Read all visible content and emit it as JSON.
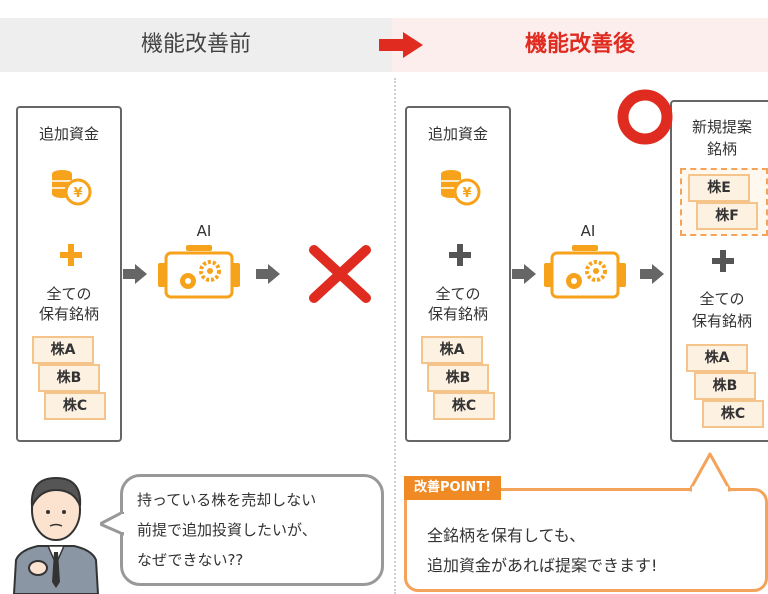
{
  "header": {
    "before": "機能改善前",
    "after": "機能改善後"
  },
  "left": {
    "panel_title": "追加資金",
    "all_holdings": "全ての\n保有銘柄",
    "stocks": [
      "株A",
      "株B",
      "株C"
    ],
    "ai_label": "AI"
  },
  "right": {
    "panel_title": "追加資金",
    "all_holdings": "全ての\n保有銘柄",
    "stocks": [
      "株A",
      "株B",
      "株C"
    ],
    "ai_label": "AI",
    "result_title": "新規提案\n銘柄",
    "new_stocks": [
      "株E",
      "株F"
    ],
    "result_holdings": "全ての\n保有銘柄",
    "result_stocks": [
      "株A",
      "株B",
      "株C"
    ]
  },
  "bubble_left": {
    "text": "持っている株を売却しない\n前提で追加投資したいが、\nなぜできない??"
  },
  "bubble_right": {
    "label": "改善POINT!",
    "text": "全銘柄を保有しても、\n追加資金があれば提案できます!"
  },
  "colors": {
    "accent_red": "#e02b20",
    "orange": "#f08a24",
    "coin": "#f7a21b",
    "arrow_gray": "#666666"
  }
}
